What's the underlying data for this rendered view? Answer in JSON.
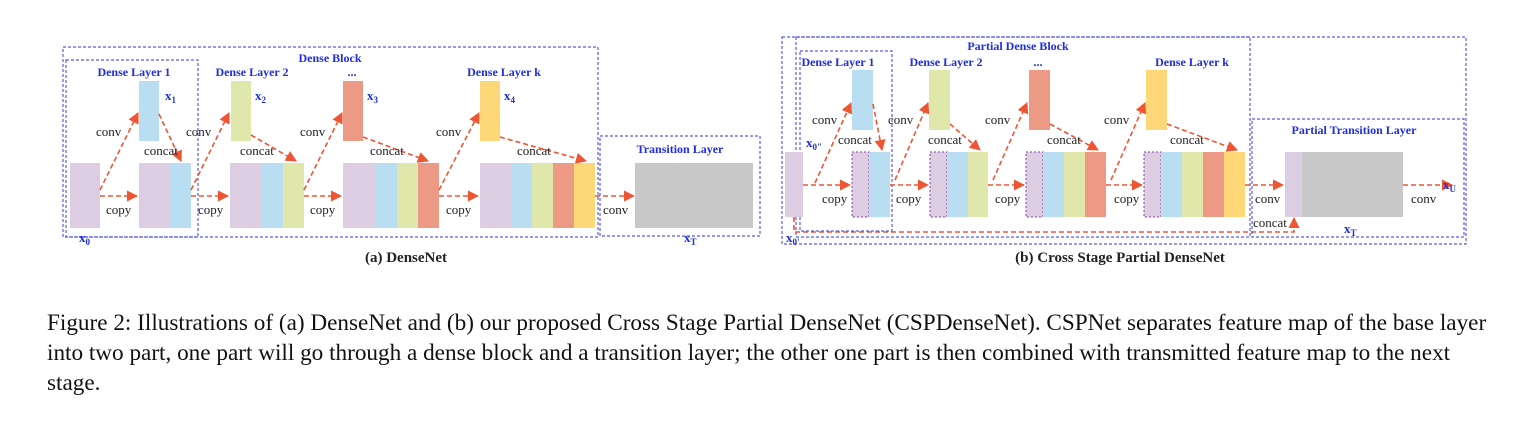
{
  "colors": {
    "purple": "#dccde3",
    "blue": "#b9ddf1",
    "green": "#dfe8aa",
    "red": "#ec9a86",
    "yellow": "#fed878",
    "gray": "#c8c8c8",
    "frame": "#5a5ae6",
    "arrow": "#ee5533",
    "text_blue": "#1f2de0"
  },
  "panel_a": {
    "dense_block_label": "Dense Block",
    "layers": [
      "Dense Layer 1",
      "Dense Layer 2",
      "...",
      "Dense Layer k"
    ],
    "features": [
      "x",
      "x",
      "x",
      "x"
    ],
    "feature_subs": [
      "1",
      "2",
      "3",
      "4"
    ],
    "input": "x",
    "input_sub": "0",
    "conv": "conv",
    "concat": "concat",
    "copy": "copy",
    "transition_label": "Transition Layer",
    "transition_conv": "conv",
    "output": "x",
    "output_sub": "T",
    "caption": "(a) DenseNet"
  },
  "panel_b": {
    "dense_block_label": "Partial Dense Block",
    "layers": [
      "Dense Layer 1",
      "Dense Layer 2",
      "...",
      "Dense Layer k"
    ],
    "x0pp": "x",
    "x0pp_sub": "0\"",
    "x0p": "x",
    "x0p_sub": "0'",
    "conv": "conv",
    "concat": "concat",
    "copy": "copy",
    "transition_label": "Partial Transition Layer",
    "transition_conv_left": "conv",
    "transition_concat": "concat",
    "transition_conv_right": "conv",
    "output_t": "x",
    "output_t_sub": "T",
    "output_u": "x",
    "output_u_sub": "U",
    "caption": "(b) Cross Stage Partial DenseNet"
  },
  "caption": {
    "text": "Figure 2: Illustrations of (a) DenseNet and (b) our proposed Cross Stage Partial DenseNet (CSPDenseNet). CSPNet separates feature map of the base layer into two part, one part will go through a dense block and a transition layer; the other one part is then combined with transmitted feature map to the next stage."
  }
}
